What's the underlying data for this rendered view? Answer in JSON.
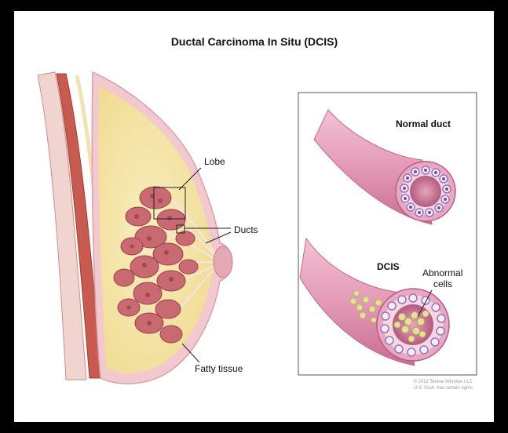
{
  "title": "Ductal Carcinoma In Situ (DCIS)",
  "labels": {
    "lobe": "Lobe",
    "ducts": "Ducts",
    "fatty_tissue": "Fatty tissue",
    "normal_duct": "Normal duct",
    "dcis": "DCIS",
    "abnormal_cells_line1": "Abnormal",
    "abnormal_cells_line2": "cells"
  },
  "credit": {
    "line1": "© 2012 Terese Winslow LLC",
    "line2": "U.S. Govt. has certain rights"
  },
  "colors": {
    "fatty": "#f4e6a8",
    "skin": "#f2c9cf",
    "lobule": "#c96a72",
    "lobule_dark": "#a3484f",
    "duct_wall": "#d98aa6",
    "cell_purple": "#9e6fbf",
    "abnormal_cell": "#e3e09a",
    "muscle": "#c85a50"
  }
}
